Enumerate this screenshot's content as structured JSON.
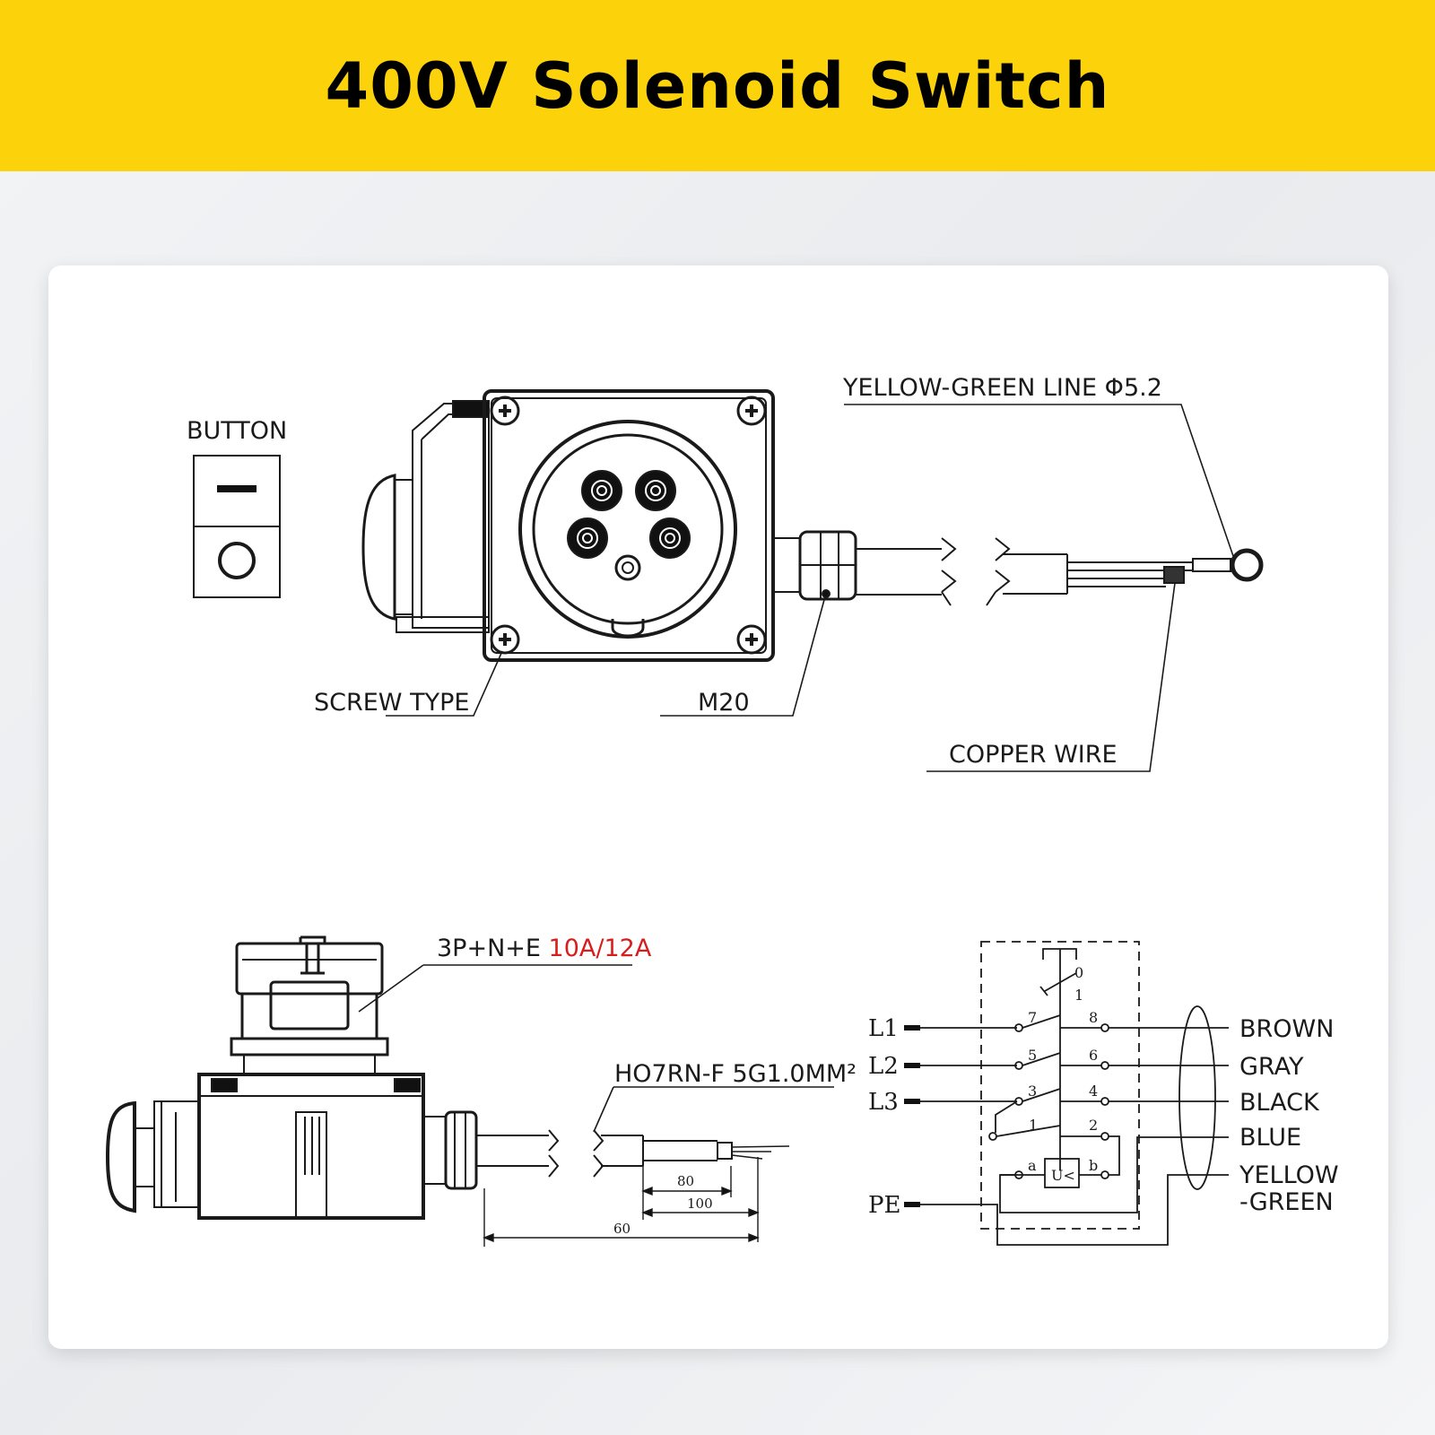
{
  "title": "400V Solenoid Switch",
  "labels": {
    "button": "BUTTON",
    "screw_type": "SCREW TYPE",
    "m20": "M20",
    "yellow_green_line": "YELLOW-GREEN LINE Φ5.2",
    "copper_wire": "COPPER WIRE",
    "plug_spec": "3P+N+E ",
    "plug_rating": "10A/12A",
    "cable_spec": "HO7RN-F 5G1.0MM²"
  },
  "dimensions": {
    "d80": "80",
    "d100": "100",
    "d60": "60"
  },
  "schematic": {
    "inputs": [
      "L1",
      "L2",
      "L3",
      "PE"
    ],
    "outputs": [
      "BROWN",
      "GRAY",
      "BLACK",
      "BLUE",
      "YELLOW",
      "-GREEN"
    ],
    "contacts": [
      "0",
      "1",
      "7",
      "8",
      "5",
      "6",
      "3",
      "4",
      "1",
      "2",
      "a",
      "b"
    ],
    "coil": "U<"
  },
  "colors": {
    "banner": "#fcd20a",
    "accent_red": "#d71e1e"
  }
}
